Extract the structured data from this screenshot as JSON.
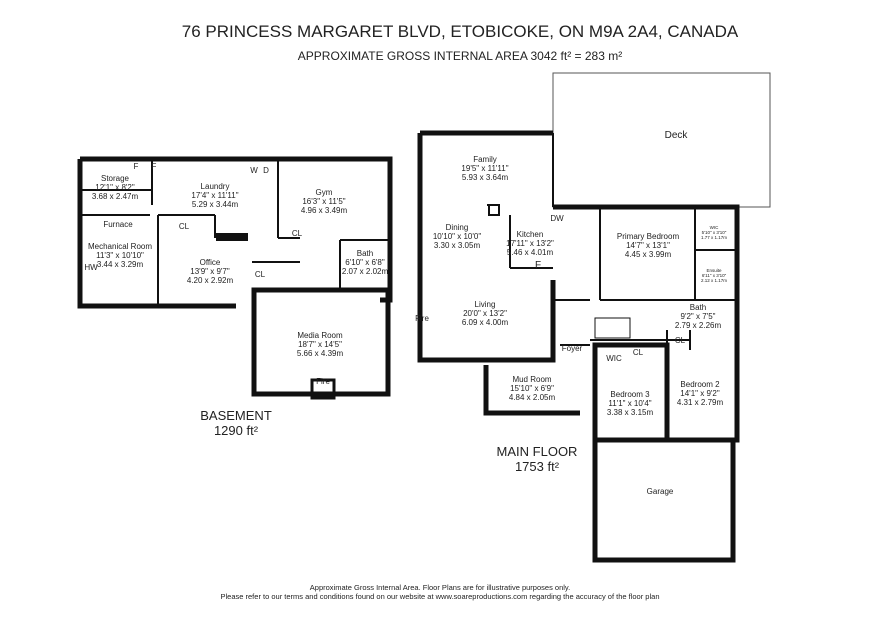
{
  "title": "76 PRINCESS MARGARET BLVD, ETOBICOKE, ON M9A 2A4, CANADA",
  "subtitle": "APPROXIMATE GROSS INTERNAL AREA 3042 ft² = 283 m²",
  "basement": {
    "label": "BASEMENT",
    "area": "1290 ft²",
    "rooms": [
      {
        "name": "Storage",
        "imperial": "12'1\" x 8'2\"",
        "metric": "3.68 x 2.47m"
      },
      {
        "name": "Laundry",
        "imperial": "17'4\" x 11'11\"",
        "metric": "5.29 x 3.44m"
      },
      {
        "name": "Gym",
        "imperial": "16'3\" x 11'5\"",
        "metric": "4.96 x 3.49m"
      },
      {
        "name": "Mechanical Room",
        "imperial": "11'3\" x 10'10\"",
        "metric": "3.44 x 3.29m"
      },
      {
        "name": "Office",
        "imperial": "13'9\" x 9'7\"",
        "metric": "4.20 x 2.92m"
      },
      {
        "name": "Bath",
        "imperial": "6'10\" x 6'8\"",
        "metric": "2.07 x 2.02m"
      },
      {
        "name": "Media Room",
        "imperial": "18'7\" x 14'5\"",
        "metric": "5.66 x 4.39m"
      }
    ],
    "fixtures": [
      "F",
      "F",
      "W",
      "D",
      "Furnace",
      "CL",
      "CL",
      "CL",
      "HW",
      "Fire"
    ]
  },
  "main": {
    "label": "MAIN FLOOR",
    "area": "1753 ft²",
    "rooms": [
      {
        "name": "Deck"
      },
      {
        "name": "Family",
        "imperial": "19'5\" x 11'11\"",
        "metric": "5.93 x 3.64m"
      },
      {
        "name": "Dining",
        "imperial": "10'10\" x 10'0\"",
        "metric": "3.30 x 3.05m"
      },
      {
        "name": "Kitchen",
        "imperial": "17'11\" x 13'2\"",
        "metric": "5.46 x 4.01m"
      },
      {
        "name": "Primary Bedroom",
        "imperial": "14'7\" x 13'1\"",
        "metric": "4.45 x 3.99m"
      },
      {
        "name": "WIC",
        "imperial": "5'10\" x 3'10\"",
        "metric": "1.77 x 1.17m"
      },
      {
        "name": "Ensuite",
        "imperial": "6'11\" x 3'10\"",
        "metric": "2.12 x 1.17m"
      },
      {
        "name": "Living",
        "imperial": "20'0\" x 13'2\"",
        "metric": "6.09 x 4.00m"
      },
      {
        "name": "Bath",
        "imperial": "9'2\" x 7'5\"",
        "metric": "2.79 x 2.26m"
      },
      {
        "name": "Mud Room",
        "imperial": "15'10\" x 6'9\"",
        "metric": "4.84 x 2.05m"
      },
      {
        "name": "Bedroom 3",
        "imperial": "11'1\" x 10'4\"",
        "metric": "3.38 x 3.15m"
      },
      {
        "name": "Bedroom 2",
        "imperial": "14'1\" x 9'2\"",
        "metric": "4.31 x 2.79m"
      },
      {
        "name": "Garage"
      }
    ],
    "fixtures": [
      "DW",
      "F",
      "Fire",
      "Foyer",
      "WIC",
      "CL",
      "CL"
    ]
  },
  "footer": {
    "line1": "Approximate Gross Internal Area. Floor Plans are for illustrative purposes only.",
    "line2": "Please refer to our terms and conditions found on our website at www.soareproductions.com regarding the accuracy of the floor plan"
  }
}
